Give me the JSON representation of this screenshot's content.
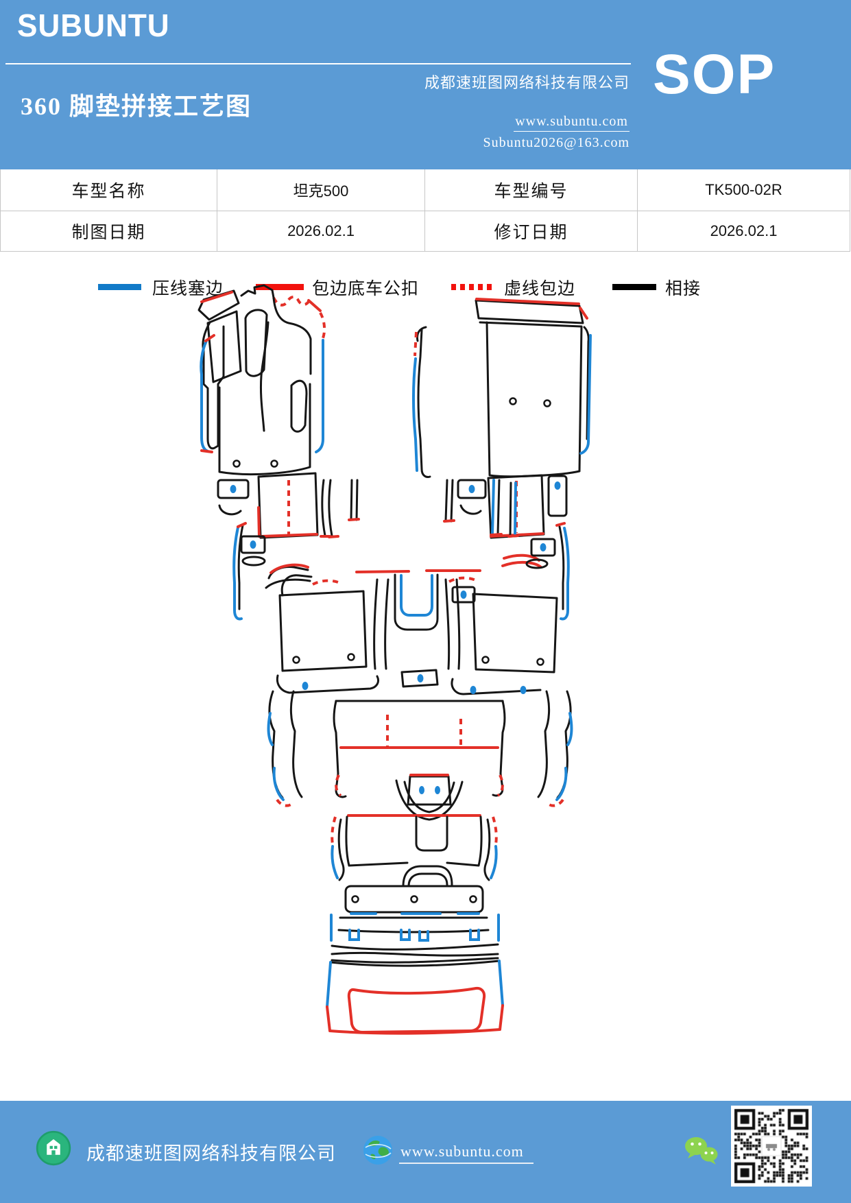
{
  "header": {
    "brand": "SUBUNTU",
    "title": "360 脚垫拼接工艺图",
    "company": "成都速班图网络科技有限公司",
    "website": "www.subuntu.com",
    "email": "Subuntu2026@163.com",
    "sop": "SOP"
  },
  "info_table": {
    "rows": [
      [
        "车型名称",
        "坦克500",
        "车型编号",
        "TK500-02R"
      ],
      [
        "制图日期",
        "2026.02.1",
        "修订日期",
        "2026.02.1"
      ]
    ]
  },
  "legend": {
    "items": [
      {
        "label": "压线塞边",
        "style": "solid",
        "color": "#127ac8"
      },
      {
        "label": "包边底车公扣",
        "style": "solid",
        "color": "#f2120d"
      },
      {
        "label": "虚线包边",
        "style": "dashed",
        "color": "#f2120d"
      },
      {
        "label": "相接",
        "style": "solid",
        "color": "#000000"
      }
    ]
  },
  "diagram": {
    "pieces": [
      "front-left-mat",
      "front-right-mat",
      "second-row-mat",
      "trunk-mat"
    ],
    "line_colors": {
      "black": "#161616",
      "red": "#e33028",
      "blue": "#1e86d5"
    }
  },
  "footer": {
    "company": "成都速班图网络科技有限公司",
    "website": "www.subuntu.com"
  },
  "theme": {
    "banner_blue": "#5b9bd5",
    "table_border": "#c6c6c6"
  }
}
